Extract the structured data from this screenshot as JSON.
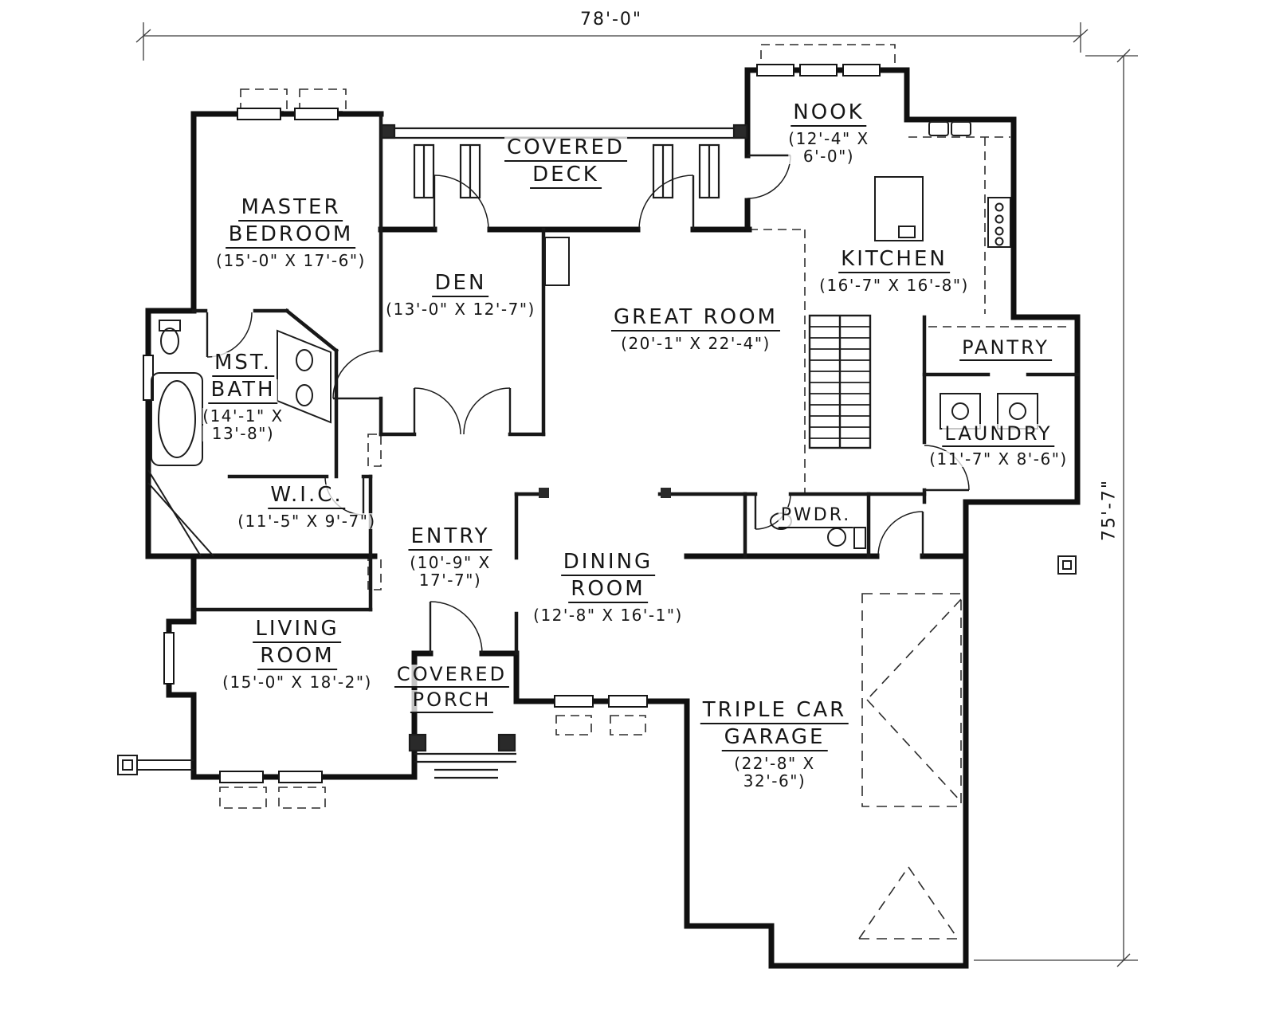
{
  "drawing": {
    "overall_width": "78'-0\"",
    "overall_height": "75'-7\""
  },
  "rooms": {
    "master_bedroom": {
      "line1": "MASTER",
      "line2": "BEDROOM",
      "size": "(15'-0\" X 17'-6\")"
    },
    "covered_deck": {
      "line1": "COVERED",
      "line2": "DECK"
    },
    "nook": {
      "line1": "NOOK",
      "size1": "(12'-4\" X",
      "size2": "6'-0\")"
    },
    "kitchen": {
      "line1": "KITCHEN",
      "size": "(16'-7\" X 16'-8\")"
    },
    "den": {
      "line1": "DEN",
      "size": "(13'-0\" X 12'-7\")"
    },
    "great_room": {
      "line1": "GREAT ROOM",
      "size": "(20'-1\" X 22'-4\")"
    },
    "pantry": {
      "line1": "PANTRY"
    },
    "laundry": {
      "line1": "LAUNDRY",
      "size": "(11'-7\" X 8'-6\")"
    },
    "mst_bath": {
      "line1": "MST.",
      "line2": "BATH",
      "size1": "(14'-1\" X",
      "size2": "13'-8\")"
    },
    "wic": {
      "line1": "W.I.C.",
      "size": "(11'-5\" X 9'-7\")"
    },
    "entry": {
      "line1": "ENTRY",
      "size1": "(10'-9\" X",
      "size2": "17'-7\")"
    },
    "dining_room": {
      "line1": "DINING",
      "line2": "ROOM",
      "size": "(12'-8\" X 16'-1\")"
    },
    "powder": {
      "line1": "PWDR."
    },
    "living_room": {
      "line1": "LIVING",
      "line2": "ROOM",
      "size": "(15'-0\" X 18'-2\")"
    },
    "covered_porch": {
      "line1": "COVERED",
      "line2": "PORCH"
    },
    "garage": {
      "line1": "TRIPLE CAR",
      "line2": "GARAGE",
      "size1": "(22'-8\" X",
      "size2": "32'-6\")"
    }
  }
}
